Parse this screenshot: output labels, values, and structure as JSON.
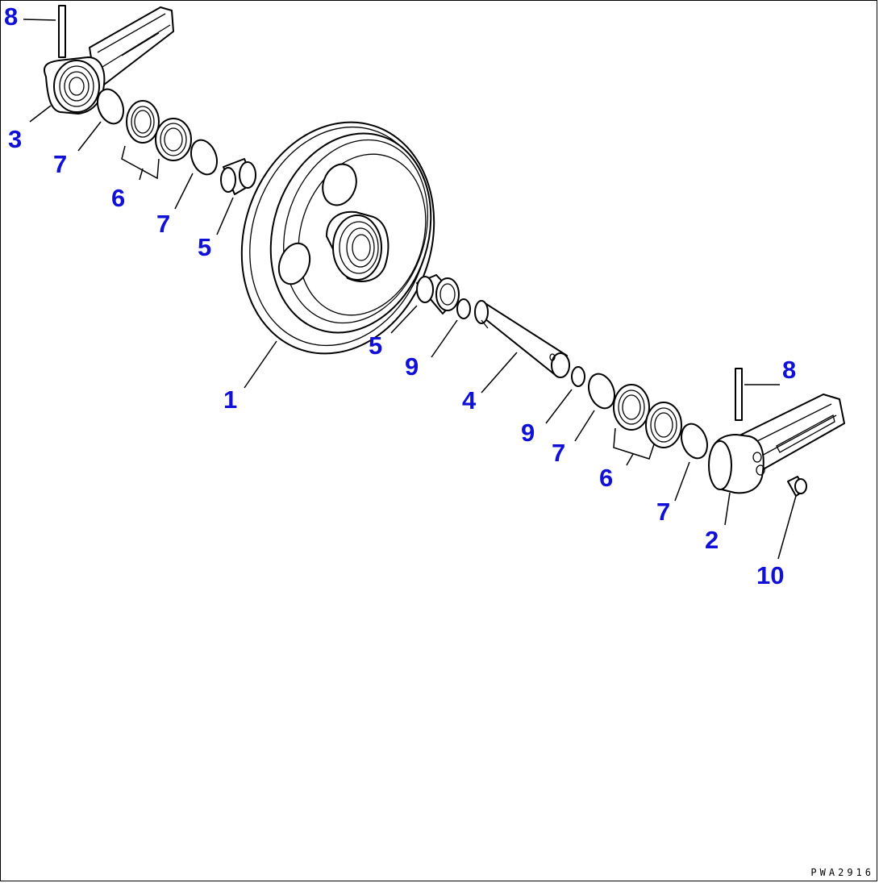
{
  "drawing_code": "PWA2916",
  "callout_color": "#1010d8",
  "callouts": [
    {
      "id": "c8a",
      "text": "8"
    },
    {
      "id": "c3",
      "text": "3"
    },
    {
      "id": "c7a",
      "text": "7"
    },
    {
      "id": "c6a",
      "text": "6"
    },
    {
      "id": "c7b",
      "text": "7"
    },
    {
      "id": "c5a",
      "text": "5"
    },
    {
      "id": "c1",
      "text": "1"
    },
    {
      "id": "c5b",
      "text": "5"
    },
    {
      "id": "c9a",
      "text": "9"
    },
    {
      "id": "c4",
      "text": "4"
    },
    {
      "id": "c9b",
      "text": "9"
    },
    {
      "id": "c7c",
      "text": "7"
    },
    {
      "id": "c6b",
      "text": "6"
    },
    {
      "id": "c7d",
      "text": "7"
    },
    {
      "id": "c8b",
      "text": "8"
    },
    {
      "id": "c2",
      "text": "2"
    },
    {
      "id": "c10",
      "text": "10"
    }
  ]
}
